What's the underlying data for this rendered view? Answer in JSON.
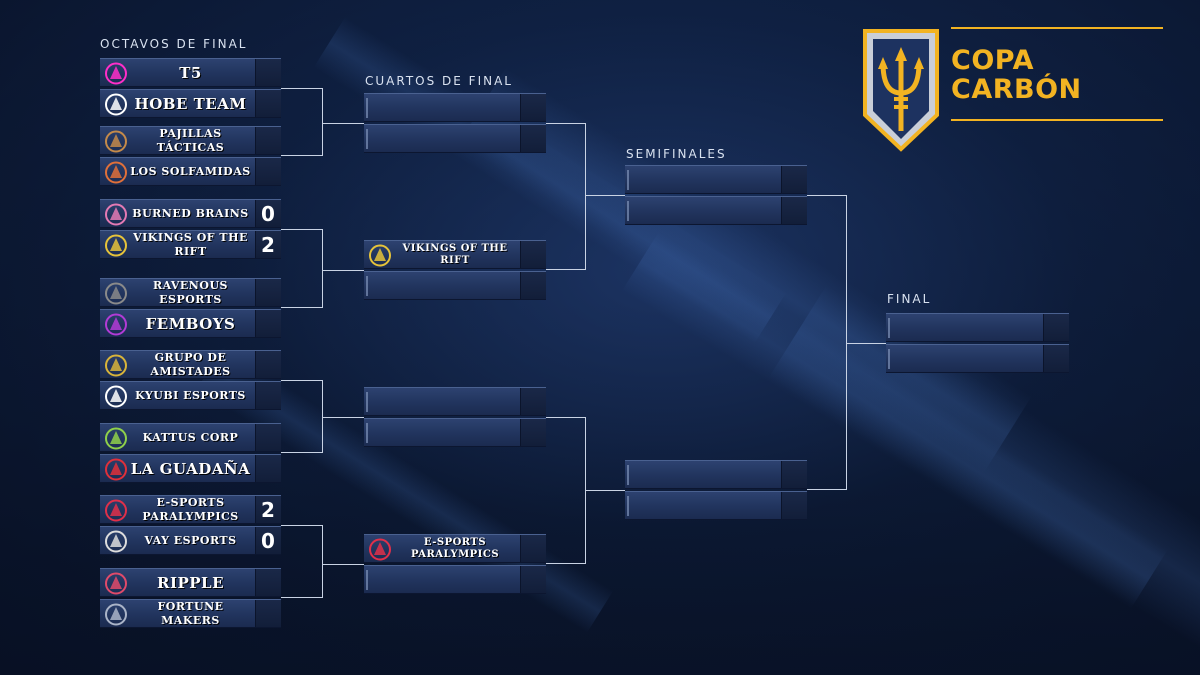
{
  "rounds": {
    "r16": "OCTAVOS DE FINAL",
    "qf": "CUARTOS DE FINAL",
    "sf": "SEMIFINALES",
    "final": "FINAL"
  },
  "brand": {
    "line1": "COPA",
    "line2": "CARBÓN",
    "accent": "#f2b322"
  },
  "r16_teams": [
    {
      "name": "T5",
      "score": "",
      "logo": "t5-logo-icon",
      "color": "#ff2ec9"
    },
    {
      "name": "HOBE TEAM",
      "score": "",
      "logo": "hobe-team-logo-icon",
      "color": "#ffffff"
    },
    {
      "name": "PAJILLAS TÁCTICAS",
      "score": "",
      "logo": "pajillas-tacticas-logo-icon",
      "color": "#c48a4a"
    },
    {
      "name": "LOS SOLFAMIDAS",
      "score": "",
      "logo": "los-solfamidas-logo-icon",
      "color": "#e0703a"
    },
    {
      "name": "BURNED BRAINS",
      "score": "0",
      "logo": "burned-brains-logo-icon",
      "color": "#e47ab4"
    },
    {
      "name": "VIKINGS OF THE RIFT",
      "score": "2",
      "logo": "vikings-of-the-rift-logo-icon",
      "color": "#e6c33a"
    },
    {
      "name": "RAVENOUS ESPORTS",
      "score": "",
      "logo": "ravenous-esports-logo-icon",
      "color": "#8a8a8a"
    },
    {
      "name": "FEMBOYS",
      "score": "",
      "logo": "femboys-logo-icon",
      "color": "#b23bd6"
    },
    {
      "name": "GRUPO DE AMISTADES",
      "score": "",
      "logo": "grupo-de-amistades-logo-icon",
      "color": "#d8b43a"
    },
    {
      "name": "KYUBI ESPORTS",
      "score": "",
      "logo": "kyubi-esports-logo-icon",
      "color": "#ffffff"
    },
    {
      "name": "KATTUS CORP",
      "score": "",
      "logo": "kattus-corp-logo-icon",
      "color": "#8fd04a"
    },
    {
      "name": "LA GUADAÑA",
      "score": "",
      "logo": "la-guadana-logo-icon",
      "color": "#e0303a"
    },
    {
      "name": "E-SPORTS PARALYMPICS",
      "score": "2",
      "logo": "esports-paralympics-logo-icon",
      "color": "#e0304a"
    },
    {
      "name": "VAY ESPORTS",
      "score": "0",
      "logo": "vay-esports-logo-icon",
      "color": "#dddddd"
    },
    {
      "name": "RIPPLE",
      "score": "",
      "logo": "ripple-logo-icon",
      "color": "#e04a6a"
    },
    {
      "name": "FORTUNE MAKERS",
      "score": "",
      "logo": "fortune-makers-logo-icon",
      "color": "#aab4c8"
    }
  ],
  "qf_teams": [
    {
      "name": "",
      "score": "",
      "logo": ""
    },
    {
      "name": "",
      "score": "",
      "logo": ""
    },
    {
      "name": "VIKINGS OF THE RIFT",
      "score": "",
      "logo": "vikings-of-the-rift-logo-icon",
      "color": "#e6c33a"
    },
    {
      "name": "",
      "score": "",
      "logo": ""
    },
    {
      "name": "",
      "score": "",
      "logo": ""
    },
    {
      "name": "",
      "score": "",
      "logo": ""
    },
    {
      "name": "E-SPORTS PARALYMPICS",
      "score": "",
      "logo": "esports-paralympics-logo-icon",
      "color": "#e0304a"
    },
    {
      "name": "",
      "score": "",
      "logo": ""
    }
  ],
  "sf_teams": [
    {
      "name": "",
      "score": "",
      "logo": ""
    },
    {
      "name": "",
      "score": "",
      "logo": ""
    },
    {
      "name": "",
      "score": "",
      "logo": ""
    },
    {
      "name": "",
      "score": "",
      "logo": ""
    }
  ],
  "final_teams": [
    {
      "name": "",
      "score": "",
      "logo": ""
    },
    {
      "name": "",
      "score": "",
      "logo": ""
    }
  ]
}
